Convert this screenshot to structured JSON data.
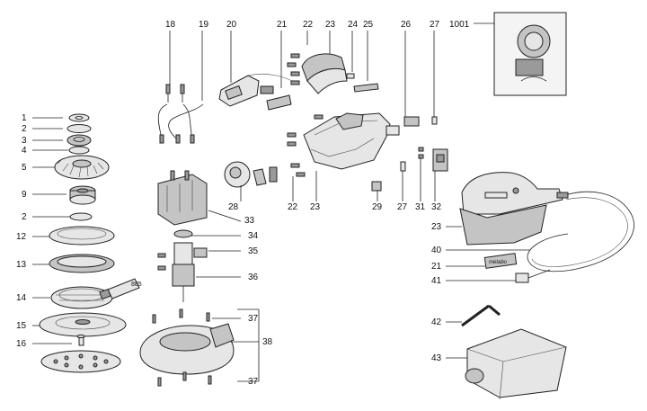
{
  "callouts": {
    "n1": "1",
    "n2": "2",
    "n3": "3",
    "n4": "4",
    "n5": "5",
    "n9": "9",
    "n2b": "2",
    "n12": "12",
    "n13": "13",
    "n14": "14",
    "n15": "15",
    "n16": "16",
    "n18": "18",
    "n19": "19",
    "n20": "20",
    "n21": "21",
    "n22": "22",
    "n23": "23",
    "n24": "24",
    "n25": "25",
    "n26": "26",
    "n27": "27",
    "n1001": "1001",
    "n28": "28",
    "n22b": "22",
    "n23b": "23",
    "n29": "29",
    "n27b": "27",
    "n31": "31",
    "n32": "32",
    "n33": "33",
    "n34": "34",
    "n35": "35",
    "n36": "36",
    "n37": "37",
    "n38": "38",
    "n37b": "37",
    "n23c": "23",
    "n40": "40",
    "n21b": "21",
    "n41": "41",
    "n42": "42",
    "n43": "43"
  },
  "part_labels": {
    "tube_label": "885",
    "brand_plate": "metabo"
  }
}
